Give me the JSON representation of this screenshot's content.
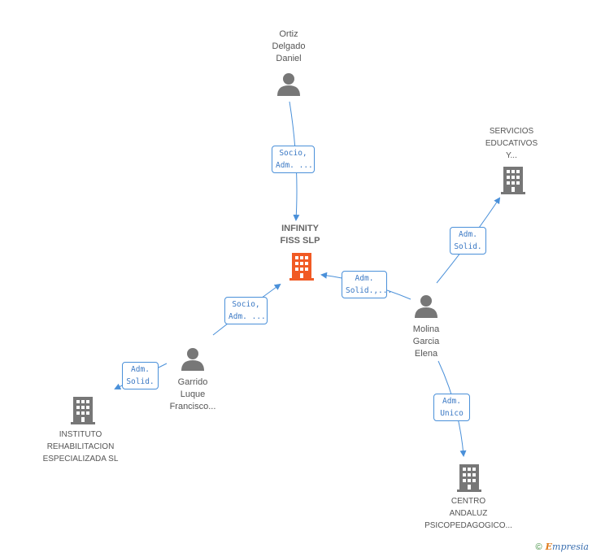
{
  "nodes": {
    "center": {
      "lines": [
        "INFINITY",
        "FISS SLP"
      ],
      "type": "company",
      "color": "#f15a24"
    },
    "ortiz": {
      "lines": [
        "Ortiz",
        "Delgado",
        "Daniel"
      ],
      "type": "person"
    },
    "garrido": {
      "lines": [
        "Garrido",
        "Luque",
        "Francisco..."
      ],
      "type": "person"
    },
    "molina": {
      "lines": [
        "Molina",
        "Garcia",
        "Elena"
      ],
      "type": "person"
    },
    "servicios": {
      "lines": [
        "SERVICIOS",
        "EDUCATIVOS",
        "Y..."
      ],
      "type": "company"
    },
    "instituto": {
      "lines": [
        "INSTITUTO",
        "REHABILITACION",
        "ESPECIALIZADA SL"
      ],
      "type": "company"
    },
    "centro": {
      "lines": [
        "CENTRO",
        "ANDALUZ",
        "PSICOPEDAGOGICO..."
      ],
      "type": "company"
    }
  },
  "edges": {
    "ortiz_center": {
      "lines": [
        "Socio,",
        "Adm. ..."
      ]
    },
    "garrido_center": {
      "lines": [
        "Socio,",
        "Adm. ..."
      ]
    },
    "molina_center": {
      "lines": [
        "Adm.",
        "Solid.,..."
      ]
    },
    "molina_servicios": {
      "lines": [
        "Adm.",
        "Solid."
      ]
    },
    "garrido_instituto": {
      "lines": [
        "Adm.",
        "Solid."
      ]
    },
    "molina_centro": {
      "lines": [
        "Adm.",
        "Unico"
      ]
    }
  },
  "colors": {
    "edge": "#4a90d9",
    "icon_gray": "#777777",
    "center_icon": "#f15a24"
  },
  "footer": {
    "copyright_symbol": "©",
    "brand_first": "E",
    "brand_rest": "mpresia"
  }
}
